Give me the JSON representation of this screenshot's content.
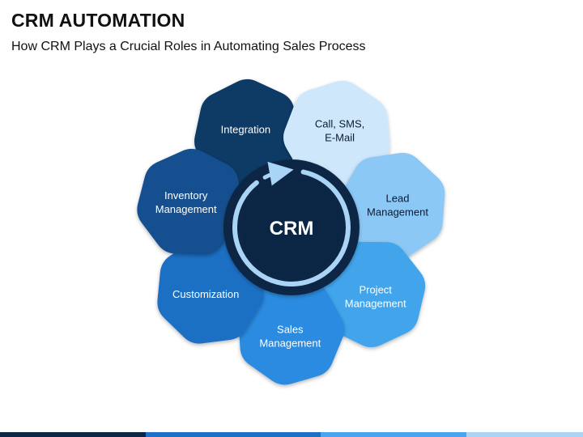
{
  "header": {
    "title": "CRM AUTOMATION",
    "subtitle": "How CRM Plays a Crucial Roles in Automating Sales Process"
  },
  "center": {
    "label": "CRM",
    "fill": "#0b2545",
    "ring_color": "#a9d4f5"
  },
  "petals": [
    {
      "lines": [
        "Integration"
      ],
      "color": "#0d3b66",
      "text": "light"
    },
    {
      "lines": [
        "Call, SMS,",
        "E-Mail"
      ],
      "color": "#cfe7fb",
      "text": "dark"
    },
    {
      "lines": [
        "Lead",
        "Management"
      ],
      "color": "#8cc8f5",
      "text": "dark"
    },
    {
      "lines": [
        "Project",
        "Management"
      ],
      "color": "#42a5ec",
      "text": "light"
    },
    {
      "lines": [
        "Sales",
        "Management"
      ],
      "color": "#2a8be0",
      "text": "light"
    },
    {
      "lines": [
        "Customization"
      ],
      "color": "#1f6fc4",
      "text": "light"
    },
    {
      "lines": [
        "Inventory",
        "Management"
      ],
      "color": "#124f8f",
      "text": "light"
    }
  ],
  "footer_colors": [
    "#0b2545",
    "#1f6fc4",
    "#4aa6ec",
    "#a9d4f5"
  ]
}
